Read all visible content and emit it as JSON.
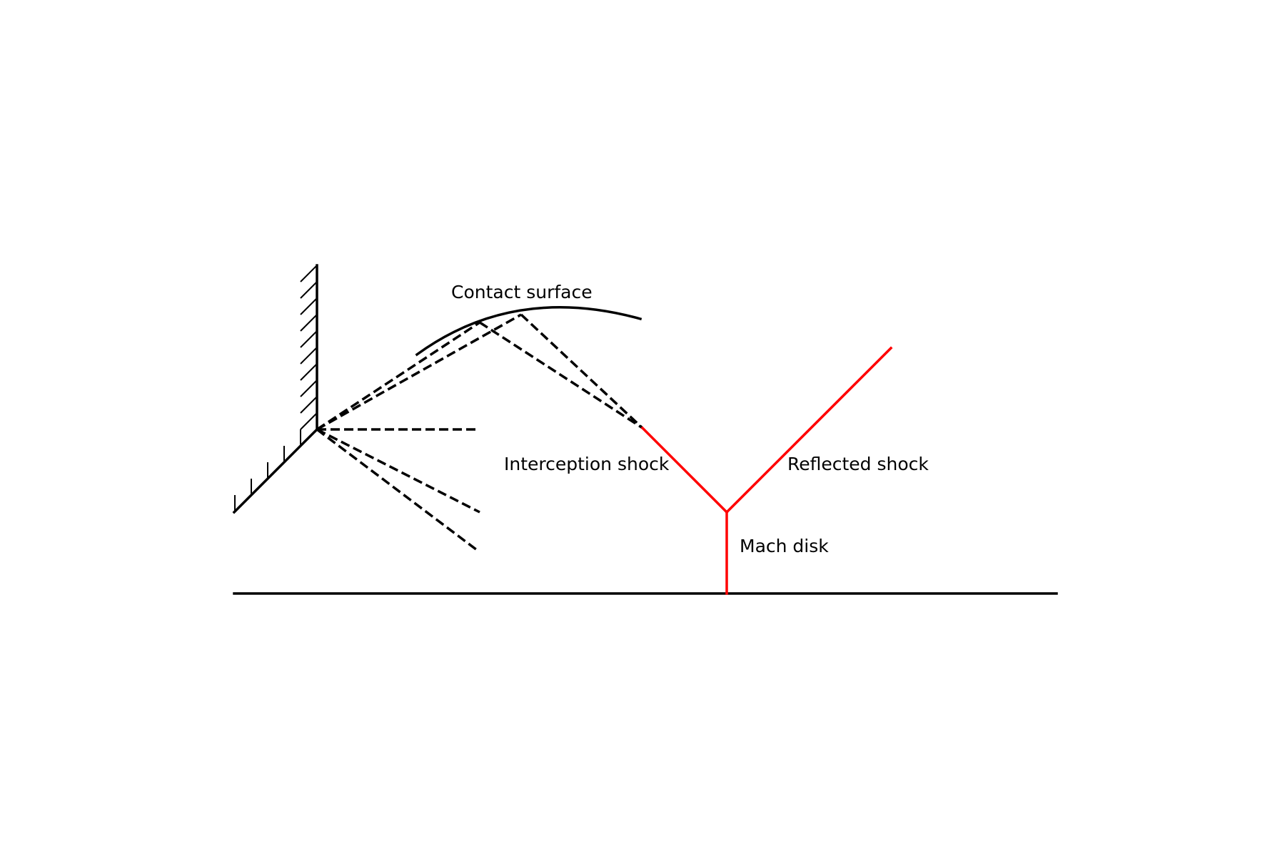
{
  "labels": {
    "contact_surface": "Contact surface",
    "interception_shock": "Interception shock",
    "reflected_shock": "Reflected shock",
    "mach_disk": "Mach disk"
  },
  "colors": {
    "structure": "#000000",
    "shock": "#ff0000",
    "background": "#ffffff"
  }
}
